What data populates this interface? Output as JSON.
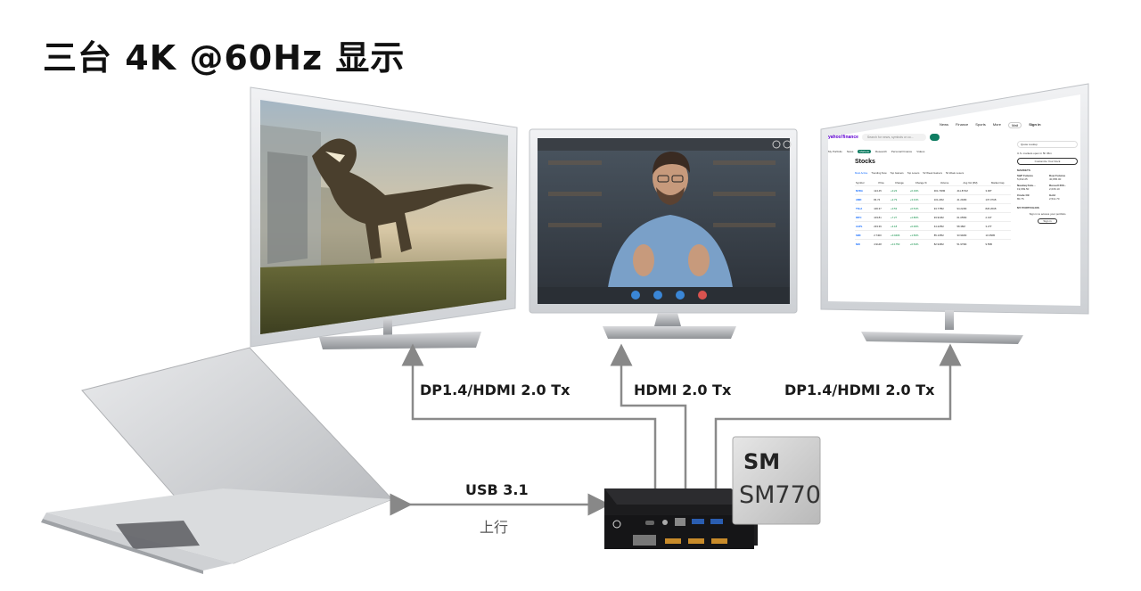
{
  "title": "三台 4K @60Hz 显示",
  "connections": {
    "left": "DP1.4/HDMI 2.0 Tx",
    "center": "HDMI 2.0 Tx",
    "right": "DP1.4/HDMI 2.0 Tx",
    "usb": "USB 3.1",
    "usb_sub": "上行"
  },
  "chip": {
    "logo": "SM",
    "name": "SM770"
  },
  "monitor_right": {
    "brand": "yahoo!finance",
    "search_placeholder": "Search for news, symbols or co...",
    "nav": [
      "News",
      "Finance",
      "Sports",
      "More"
    ],
    "mail": "Mail",
    "signin": "Sign in",
    "tabs": [
      "My Portfolio",
      "News",
      "Markets",
      "Research",
      "Personal Finance",
      "Videos"
    ],
    "heading": "Stocks",
    "subtabs": [
      "Most Active",
      "Trending Now",
      "Top Gainers",
      "Top Losers",
      "52 Week Gainers",
      "52 Week Losers"
    ],
    "columns": [
      "Symbol",
      "Price",
      "Change",
      "Change %",
      "Volume",
      "Avg Vol (3M)",
      "Market Cap"
    ],
    "rows": [
      [
        "NVDA",
        "124.45",
        "+0.23",
        "+0.19%",
        "301.748M",
        "411.871M",
        "3.06T"
      ],
      [
        "AMD",
        "84.74",
        "+2.79",
        "+3.31%",
        "101.24M",
        "41.294M",
        "137.071B"
      ],
      [
        "TSLA",
        "106.37",
        "+0.53",
        "+0.51%",
        "94.778M",
        "94.224M",
        "826.261B"
      ],
      [
        "INTC",
        "103.81",
        "+7.27",
        "+2.80%",
        "93.919M",
        "61.055M",
        "2.31T"
      ],
      [
        "AAPL",
        "233.39",
        "+4.18",
        "+0.00%",
        "44.225M",
        "58.38M",
        "3.27T"
      ],
      [
        "SIRI",
        "2.7400",
        "+0.0406",
        "+1.50%",
        "85.135M",
        "33.992M",
        "10.356B"
      ],
      [
        "NIO",
        "4.9148",
        "+0.1750",
        "+0.54%",
        "82.946M",
        "51.979M",
        "9.55B"
      ]
    ],
    "side_title": "Quote Lookup",
    "side_note": "U.S. markets open in 5h 36m",
    "side_button": "Customize Your Dock",
    "markets_title": "MARKETS",
    "markets": [
      {
        "name": "S&P Futures",
        "value": "5,632.25"
      },
      {
        "name": "Dow Futures",
        "value": "40,865.00"
      },
      {
        "name": "Nasdaq Futu...",
        "value": "19,669.50"
      },
      {
        "name": "Russell 200...",
        "value": "2,036.10"
      },
      {
        "name": "Crude Oil",
        "value": "80.76"
      },
      {
        "name": "Gold",
        "value": "2,511.70"
      }
    ],
    "portfolio_title": "MY PORTFOLIOS",
    "portfolio_text": "Sign in to access your portfolio",
    "portfolio_button": "Sign in"
  }
}
